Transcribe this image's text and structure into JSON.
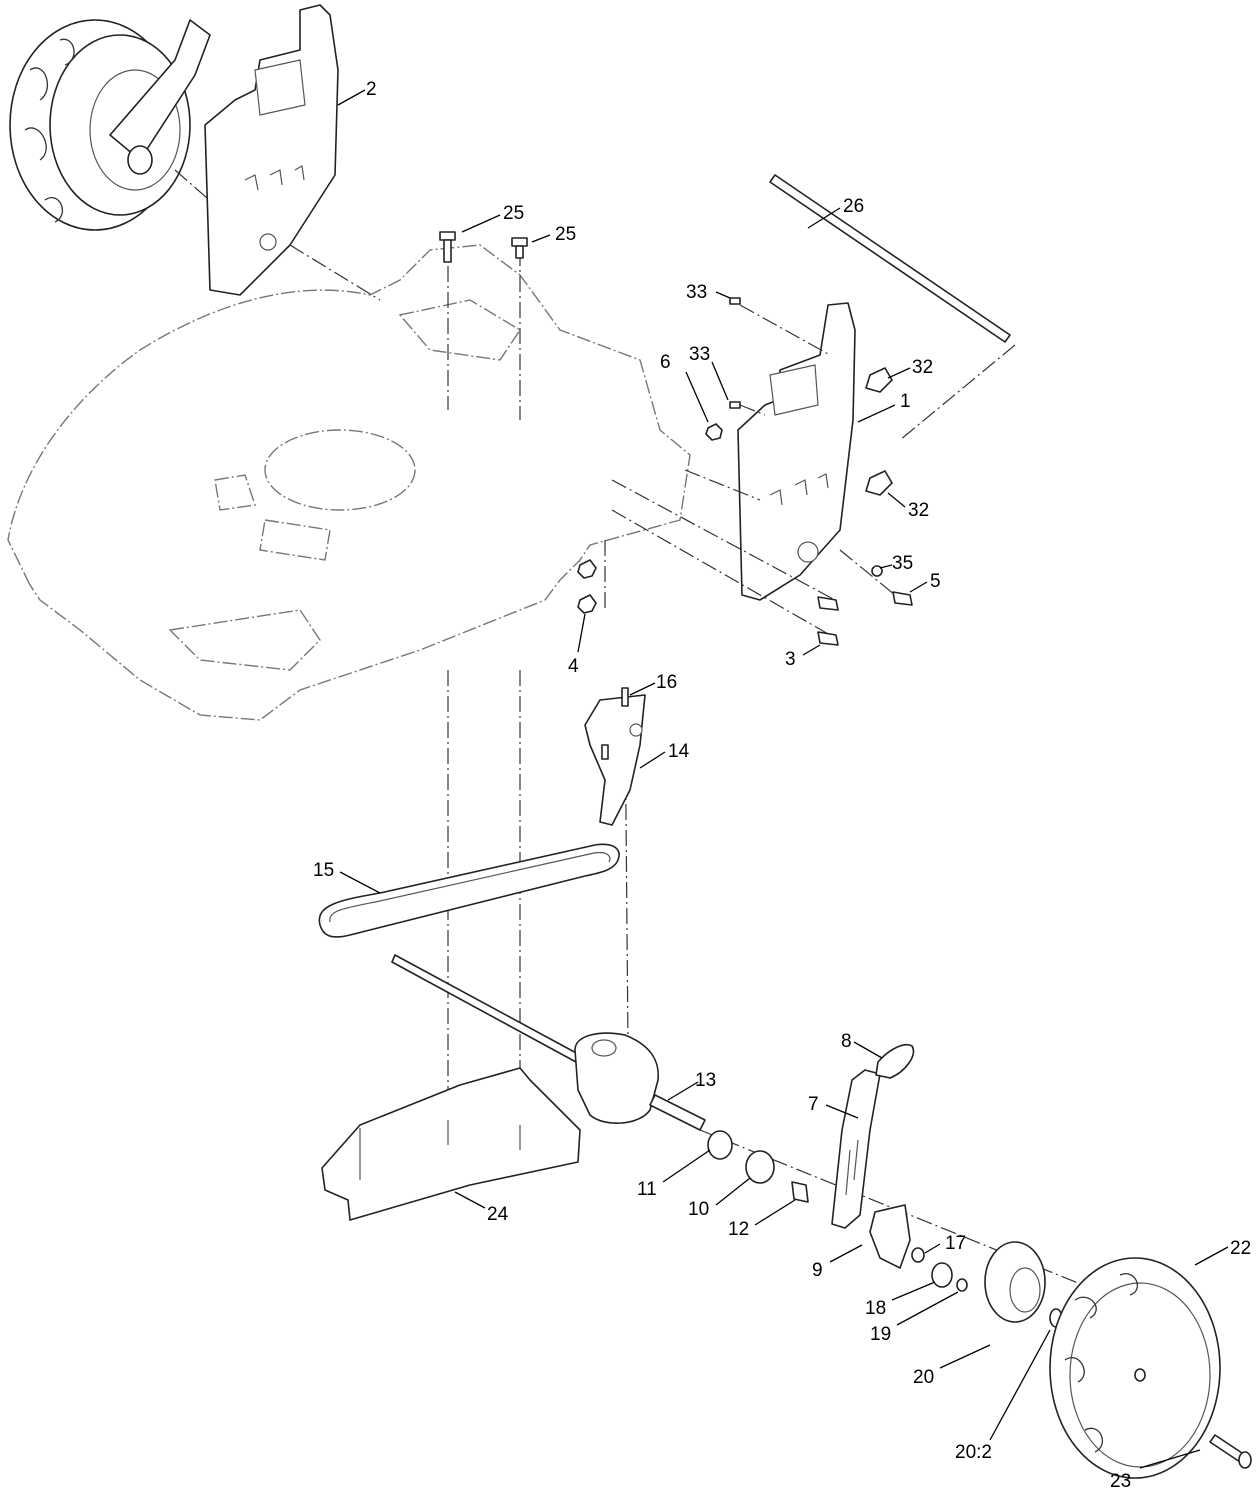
{
  "callouts": [
    {
      "id": "c2",
      "label": "2"
    },
    {
      "id": "c25a",
      "label": "25"
    },
    {
      "id": "c25b",
      "label": "25"
    },
    {
      "id": "c26",
      "label": "26"
    },
    {
      "id": "c33a",
      "label": "33"
    },
    {
      "id": "c33b",
      "label": "33"
    },
    {
      "id": "c6",
      "label": "6"
    },
    {
      "id": "c32a",
      "label": "32"
    },
    {
      "id": "c1",
      "label": "1"
    },
    {
      "id": "c32b",
      "label": "32"
    },
    {
      "id": "c35",
      "label": "35"
    },
    {
      "id": "c5",
      "label": "5"
    },
    {
      "id": "c3",
      "label": "3"
    },
    {
      "id": "c4",
      "label": "4"
    },
    {
      "id": "c16",
      "label": "16"
    },
    {
      "id": "c14",
      "label": "14"
    },
    {
      "id": "c15",
      "label": "15"
    },
    {
      "id": "c8",
      "label": "8"
    },
    {
      "id": "c13",
      "label": "13"
    },
    {
      "id": "c7",
      "label": "7"
    },
    {
      "id": "c11",
      "label": "11"
    },
    {
      "id": "c10",
      "label": "10"
    },
    {
      "id": "c12",
      "label": "12"
    },
    {
      "id": "c24",
      "label": "24"
    },
    {
      "id": "c17",
      "label": "17"
    },
    {
      "id": "c9",
      "label": "9"
    },
    {
      "id": "c18",
      "label": "18"
    },
    {
      "id": "c19",
      "label": "19"
    },
    {
      "id": "c20",
      "label": "20"
    },
    {
      "id": "c20_2",
      "label": "20:2"
    },
    {
      "id": "c22",
      "label": "22"
    },
    {
      "id": "c23",
      "label": "23"
    }
  ]
}
